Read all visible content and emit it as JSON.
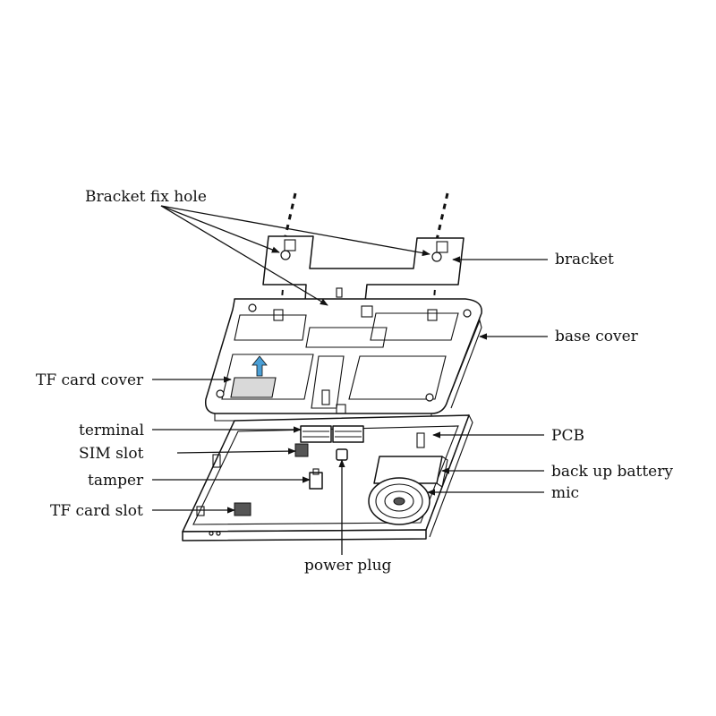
{
  "labels": {
    "bracket_fix_hole": "Bracket fix hole",
    "bracket": "bracket",
    "base_cover": "base cover",
    "tf_card_cover": "TF card cover",
    "terminal": "terminal",
    "sim_slot": "SIM slot",
    "tamper": "tamper",
    "tf_card_slot": "TF card slot",
    "power_plug": "power plug",
    "pcb": "PCB",
    "back_up_battery": "back up battery",
    "mic": "mic"
  },
  "colors": {
    "line": "#111111",
    "shade": "#d9d9d9",
    "arrow_up": "#4a9fd6"
  }
}
